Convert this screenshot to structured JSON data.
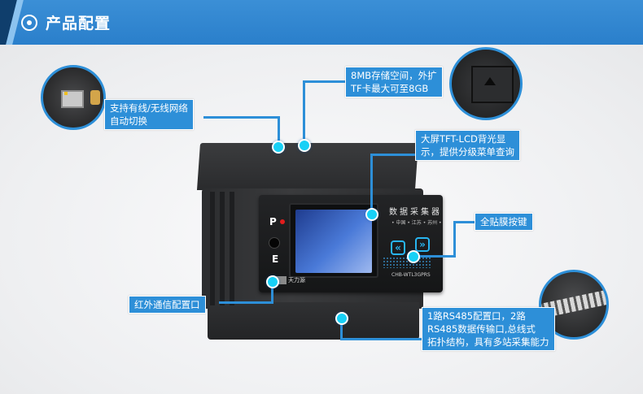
{
  "header": {
    "title": "产品配置"
  },
  "callouts": {
    "network": {
      "lines": [
        "支持有线/无线网络",
        "自动切换"
      ]
    },
    "storage": {
      "lines": [
        "8MB存储空间，外扩",
        "TF卡最大可至8GB"
      ]
    },
    "display": {
      "lines": [
        "大屏TFT-LCD背光显",
        "示，提供分级菜单查询"
      ]
    },
    "keypad": {
      "lines": [
        "全贴膜按键"
      ]
    },
    "infrared": {
      "lines": [
        "红外通信配置口"
      ]
    },
    "rs485": {
      "lines": [
        "1路RS485配置口，2路",
        "RS485数据传输口,总线式",
        "拓扑结构，具有多站采集能力"
      ]
    }
  },
  "device": {
    "panel_title": "数据采集器",
    "panel_sub": "• 中国 • 江苏 • 苏州 •",
    "key_p": "P",
    "key_e": "E",
    "brand": "天力源",
    "model": "CHB-WTL3GPRS"
  },
  "colors": {
    "accent": "#2d8fd8",
    "dot": "#17d0f6",
    "header_bg": "#3b8fd6",
    "lcd": "#4a7ad8"
  }
}
